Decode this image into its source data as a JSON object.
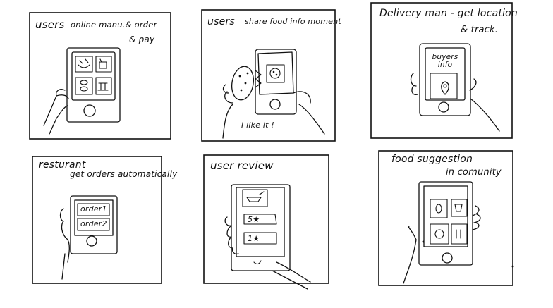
{
  "panels": [
    {
      "id": 1,
      "caption_left": "users",
      "caption_mid": "online manu.& order",
      "caption_line2": "& pay"
    },
    {
      "id": 2,
      "caption_left": "users",
      "caption_mid": "share food info moment",
      "note": "I like it !"
    },
    {
      "id": 3,
      "caption": "Delivery man - get location",
      "caption_line2": "& track.",
      "screen_text": "buyers info"
    },
    {
      "id": 4,
      "caption": "resturant",
      "caption_line2": "get orders automatically",
      "orders": [
        "order1",
        "order2"
      ]
    },
    {
      "id": 5,
      "caption": "user review",
      "ratings": [
        "5★",
        "1★"
      ]
    },
    {
      "id": 6,
      "caption": "food suggestion",
      "caption_line2": "in comunity"
    }
  ]
}
